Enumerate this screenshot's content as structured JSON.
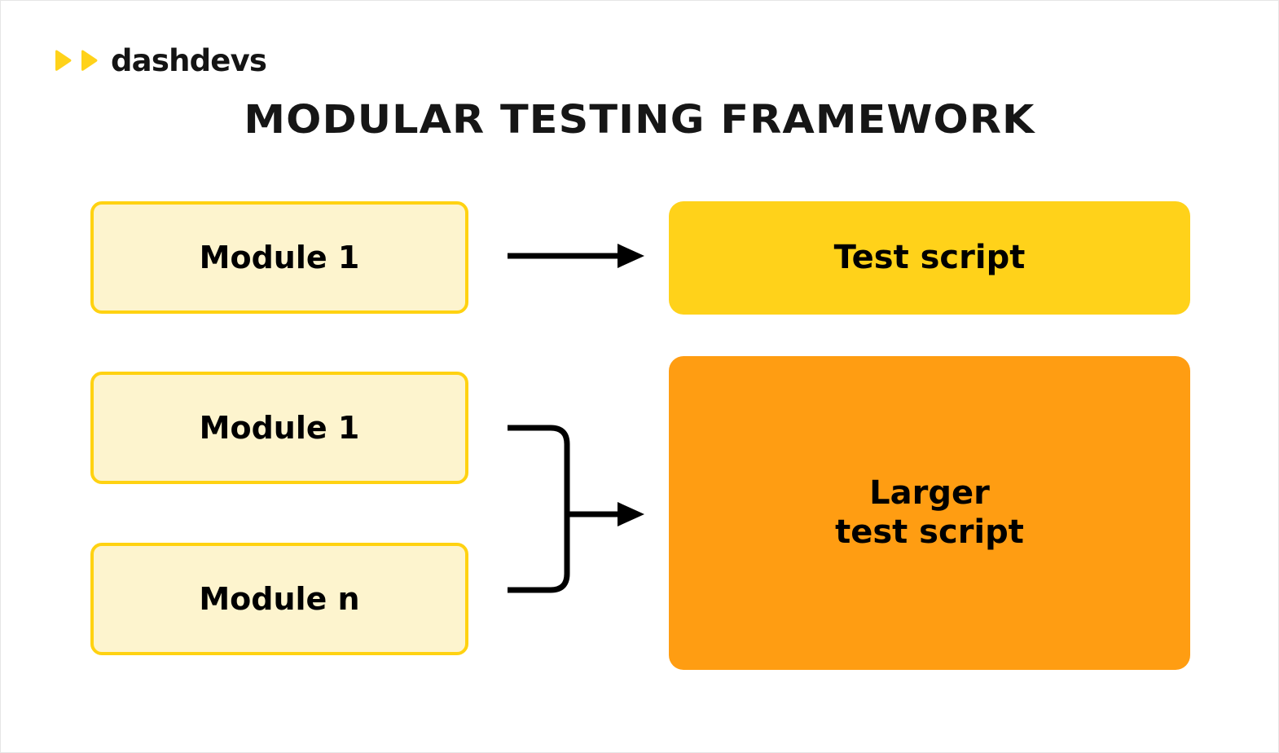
{
  "brand": {
    "name": "dashdevs",
    "logo_icon": "double-play-triangle-icon",
    "logo_color": "#FFD21A"
  },
  "page": {
    "title": "MODULAR TESTING FRAMEWORK",
    "background": "#FFFFFF"
  },
  "colors": {
    "module_fill": "#FDF4CE",
    "module_border": "#FFD211",
    "test_script_fill": "#FFD21A",
    "larger_script_fill": "#FF9D12",
    "connector": "#000000",
    "text": "#000000"
  },
  "diagram": {
    "type": "flow",
    "modules": [
      {
        "label": "Module 1",
        "id": "module-1-top"
      },
      {
        "label": "Module 1",
        "id": "module-1-mid"
      },
      {
        "label": "Module n",
        "id": "module-n"
      }
    ],
    "outputs": [
      {
        "label": "Test script",
        "id": "test-script",
        "fill": "#FFD21A"
      },
      {
        "label_line1": "Larger",
        "label_line2": "test script",
        "id": "larger-test-script",
        "fill": "#FF9D12"
      }
    ],
    "connectors": [
      {
        "from": "module-1-top",
        "to": "test-script",
        "style": "straight-arrow"
      },
      {
        "from": [
          "module-1-mid",
          "module-n"
        ],
        "to": "larger-test-script",
        "style": "merge-bracket-arrow"
      }
    ]
  }
}
